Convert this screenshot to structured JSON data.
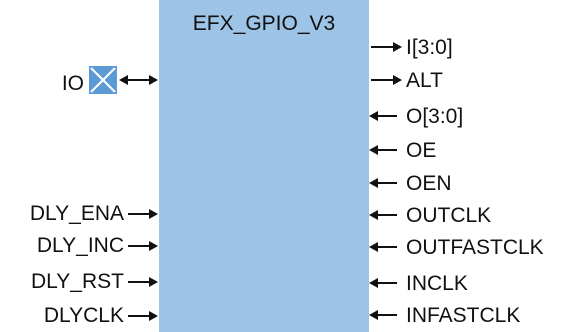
{
  "block": {
    "title": "EFX_GPIO_V3",
    "fill_color": "#9dc3e6"
  },
  "io_pin": {
    "label": "IO",
    "icon": "pad-x-icon",
    "icon_color": "#5b9bd5"
  },
  "left_ports": [
    {
      "label": "DLY_ENA",
      "direction": "in"
    },
    {
      "label": "DLY_INC",
      "direction": "in"
    },
    {
      "label": "DLY_RST",
      "direction": "in"
    },
    {
      "label": "DLYCLK",
      "direction": "in"
    }
  ],
  "right_ports": [
    {
      "label": "I[3:0]",
      "direction": "out"
    },
    {
      "label": "ALT",
      "direction": "out"
    },
    {
      "label": "O[3:0]",
      "direction": "in"
    },
    {
      "label": "OE",
      "direction": "in"
    },
    {
      "label": "OEN",
      "direction": "in"
    },
    {
      "label": "OUTCLK",
      "direction": "in"
    },
    {
      "label": "OUTFASTCLK",
      "direction": "in"
    },
    {
      "label": "INCLK",
      "direction": "in"
    },
    {
      "label": "INFASTCLK",
      "direction": "in"
    }
  ]
}
